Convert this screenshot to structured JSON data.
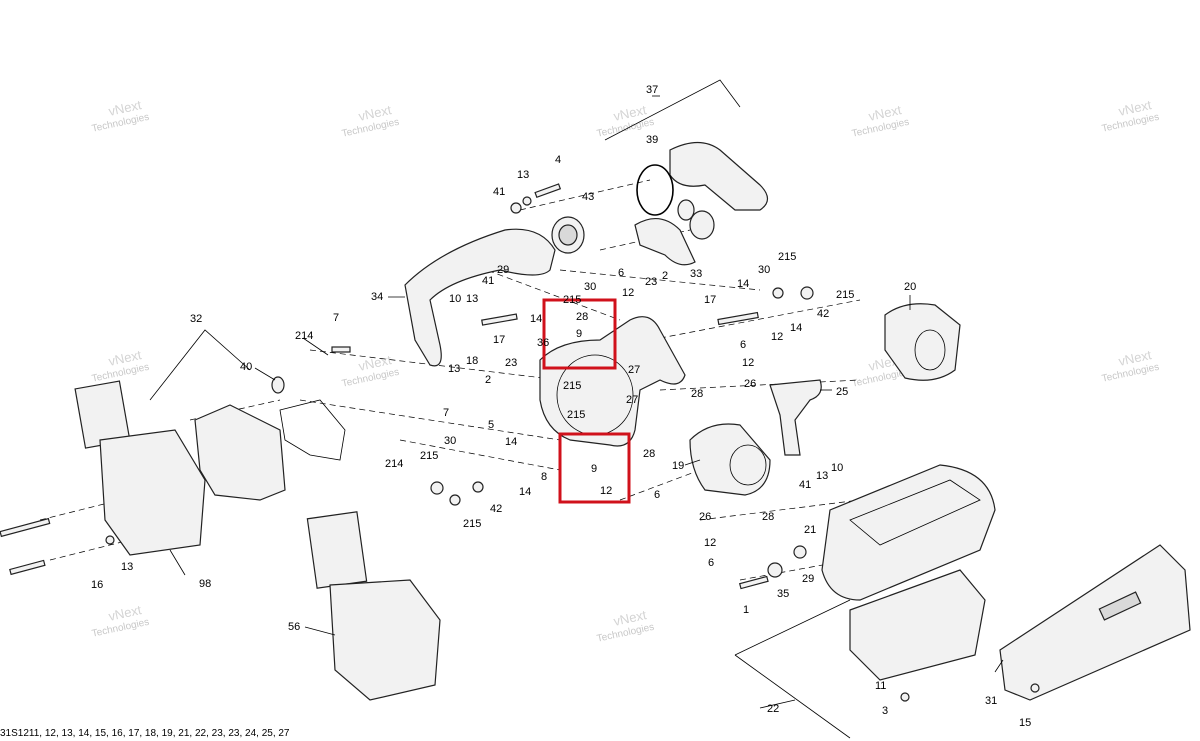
{
  "watermark": {
    "line1": "vNext",
    "line2": "Technologies"
  },
  "colors": {
    "highlight": "#d0111b",
    "watermark": "#c8c8c8",
    "ink": "#000000"
  },
  "labels": {
    "l37": "37",
    "l39": "39",
    "l4": "4",
    "l13a": "13",
    "l41a": "41",
    "l43": "43",
    "l29a": "29",
    "l41b": "41",
    "l10a": "10",
    "l34": "34",
    "l33": "33",
    "l6a": "6",
    "l30a": "30",
    "l2a": "2",
    "l23a": "23",
    "l12a": "12",
    "l215a": "215",
    "l14a": "14",
    "l17a": "17",
    "l28a": "28",
    "l9a": "9",
    "l36": "36",
    "l32": "32",
    "l7a": "7",
    "l214a": "214",
    "l40": "40",
    "l18": "18",
    "l13b": "13",
    "l23b": "23",
    "l2b": "2",
    "l27a": "27",
    "l215b": "215",
    "l27b": "27",
    "l215c": "215",
    "l7b": "7",
    "l214b": "214",
    "l30b": "30",
    "l5": "5",
    "l14b": "14",
    "l8": "8",
    "l215d": "215",
    "l42a": "42",
    "l14c": "14",
    "l215e": "215",
    "l28b": "28",
    "l9b": "9",
    "l12b": "12",
    "l6b": "6",
    "l19": "19",
    "l215f": "215",
    "l30c": "30",
    "l14d": "14",
    "l17b": "17",
    "l215g": "215",
    "l42b": "42",
    "l14e": "14",
    "l12c": "12",
    "l6c": "6",
    "l12d": "12",
    "l20": "20",
    "l25": "25",
    "l28c": "28",
    "l26a": "26",
    "l13c": "13",
    "l10b": "10",
    "l41c": "41",
    "l26b": "26",
    "l28d": "28",
    "l21": "21",
    "l12e": "12",
    "l6d": "6",
    "l29b": "29",
    "l1": "1",
    "l35": "35",
    "l16": "16",
    "l13d": "13",
    "l98": "98",
    "l56": "56",
    "l22": "22",
    "l11": "11",
    "l3": "3",
    "l31": "31",
    "l15": "15"
  },
  "footer": {
    "text": "31S1211, 12, 13, 14, 15, 16, 17, 18, 19, 21, 22, 23, 23, 24, 25, 27"
  }
}
